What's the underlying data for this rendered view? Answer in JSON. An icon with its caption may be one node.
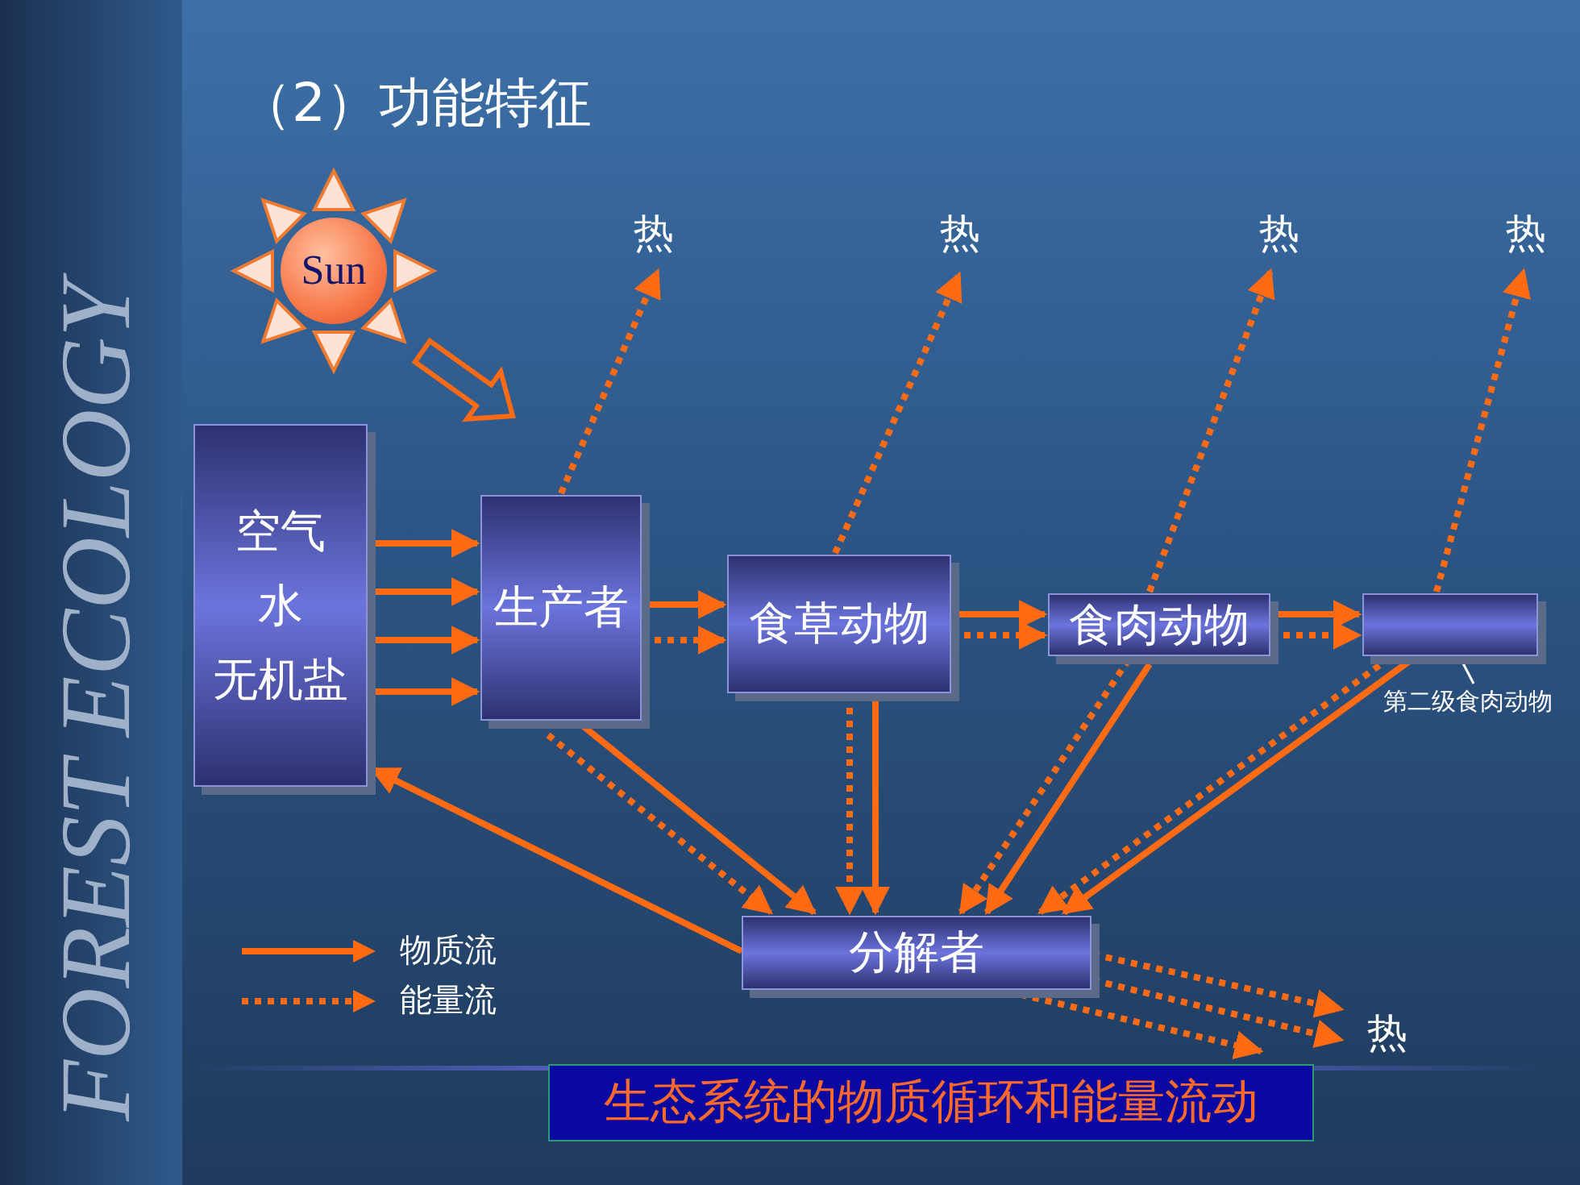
{
  "diagram": {
    "title": "（2）功能特征",
    "caption": "生态系统的物质循环和能量流动",
    "nodes": [
      {
        "text": [
          "Sun"
        ]
      },
      {
        "text": [
          "空气",
          "水",
          "无机盐"
        ]
      },
      {
        "text": [
          "生产者"
        ]
      },
      {
        "text": [
          "食草动物"
        ]
      },
      {
        "text": [
          "食肉动物"
        ]
      },
      {
        "text": [],
        "shape": "box"
      },
      {
        "text": [
          "第二级食肉动物"
        ]
      },
      {
        "text": [
          "分解者"
        ]
      },
      {
        "text": [
          "热"
        ]
      },
      {
        "text": [
          "热"
        ]
      },
      {
        "text": [
          "热"
        ]
      },
      {
        "text": [
          "热"
        ]
      },
      {
        "text": [
          "热"
        ]
      }
    ],
    "edges": [
      {
        "from": 1,
        "to": 2,
        "arrow": "to"
      },
      {
        "from": 1,
        "to": 2,
        "arrow": "to"
      },
      {
        "from": 1,
        "to": 2,
        "arrow": "to"
      },
      {
        "from": 1,
        "to": 2,
        "arrow": "to"
      },
      {
        "from": 2,
        "to": 3,
        "arrow": "to"
      },
      {
        "from": 2,
        "to": 3,
        "arrow": "to",
        "style": "dashed"
      },
      {
        "from": 3,
        "to": 4,
        "arrow": "to"
      },
      {
        "from": 3,
        "to": 4,
        "arrow": "to",
        "style": "dashed"
      },
      {
        "from": 4,
        "to": 5,
        "arrow": "to"
      },
      {
        "from": 4,
        "to": 5,
        "arrow": "to",
        "style": "dashed"
      },
      {
        "from": 2,
        "to": 8,
        "arrow": "to",
        "style": "dashed"
      },
      {
        "from": 3,
        "to": 9,
        "arrow": "to",
        "style": "dashed"
      },
      {
        "from": 4,
        "to": 10,
        "arrow": "to",
        "style": "dashed"
      },
      {
        "from": 5,
        "to": 11,
        "arrow": "to",
        "style": "dashed"
      },
      {
        "from": 2,
        "to": 7,
        "arrow": "to"
      },
      {
        "from": 2,
        "to": 7,
        "arrow": "to",
        "style": "dashed"
      },
      {
        "from": 3,
        "to": 7,
        "arrow": "to",
        "style": "dashed"
      },
      {
        "from": 3,
        "to": 7,
        "arrow": "to"
      },
      {
        "from": 4,
        "to": 7,
        "arrow": "to",
        "style": "dashed"
      },
      {
        "from": 4,
        "to": 7,
        "arrow": "to"
      },
      {
        "from": 5,
        "to": 7,
        "arrow": "to",
        "style": "dashed"
      },
      {
        "from": 5,
        "to": 7,
        "arrow": "to"
      },
      {
        "from": 7,
        "to": 1,
        "arrow": "to"
      },
      {
        "from": 7,
        "to": 12,
        "arrow": "to",
        "style": "dashed"
      },
      {
        "from": 7,
        "to": 12,
        "arrow": "to",
        "style": "dashed"
      },
      {
        "from": 7,
        "to": null,
        "arrow": "to",
        "style": "dashed"
      },
      {
        "from": 0,
        "to": null,
        "arrow": "to"
      },
      {
        "from": 6,
        "to": 5,
        "arrow": "to",
        "color": "#ffffff"
      }
    ],
    "labels": [
      "FOREST ECOLOGY"
    ],
    "legend": [
      {
        "text": "物质流"
      },
      {
        "text": "能量流"
      }
    ]
  }
}
